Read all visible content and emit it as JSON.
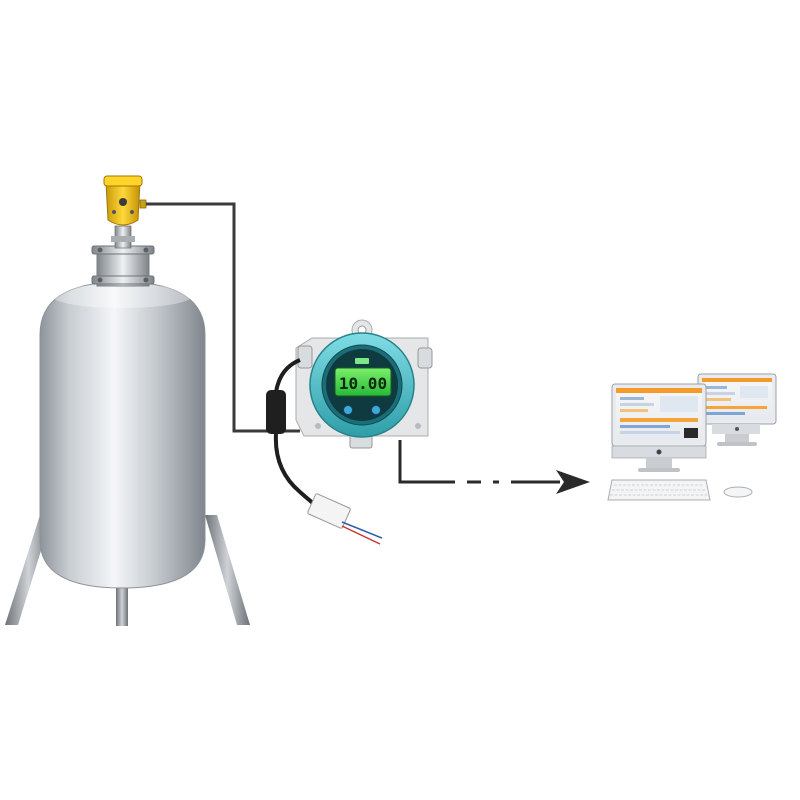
{
  "display": {
    "reading": "10.00",
    "lcd_color": "#2ec83a",
    "housing_color": "#4fc3cc"
  },
  "colors": {
    "tank_body": "#c7cbd0",
    "sensor_head": "#f2c21b",
    "cable": "#3a3a3a",
    "arrow": "#2a2a2a"
  },
  "icons": {
    "tank": "storage-tank",
    "sensor": "level-sensor",
    "transmitter": "display-transmitter",
    "computer": "monitor-pc"
  }
}
